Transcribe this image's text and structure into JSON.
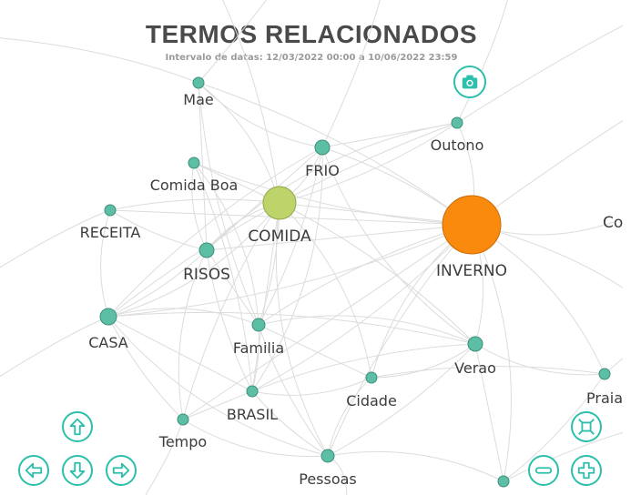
{
  "header": {
    "title": "TERMOS RELACIONADOS",
    "subtitle": "Intervalo de datas: 12/03/2022 00:00 a 10/06/2022 23:59"
  },
  "colors": {
    "node": "#5cbfa5",
    "node_border": "#3a8f79",
    "comida": "#bcd46a",
    "inverno": "#f98a0e",
    "edge": "#dcdcdc",
    "button": "#2bbfac"
  },
  "icons": {
    "camera": "camera-icon",
    "up": "arrow-up-icon",
    "down": "arrow-down-icon",
    "left": "arrow-left-icon",
    "right": "arrow-right-icon",
    "fit": "fit-screen-icon",
    "zoom_in": "plus-icon",
    "zoom_out": "minus-icon"
  },
  "nodes": [
    {
      "id": "mae",
      "label": "Mae"
    },
    {
      "id": "outono",
      "label": "Outono"
    },
    {
      "id": "frio",
      "label": "FRIO"
    },
    {
      "id": "comidaboa",
      "label": "Comida Boa"
    },
    {
      "id": "comida",
      "label": "COMIDA"
    },
    {
      "id": "receita",
      "label": "RECEITA"
    },
    {
      "id": "inverno",
      "label": "INVERNO"
    },
    {
      "id": "co",
      "label": "Co"
    },
    {
      "id": "risos",
      "label": "RISOS"
    },
    {
      "id": "casa",
      "label": "CASA"
    },
    {
      "id": "familia",
      "label": "Familia"
    },
    {
      "id": "verao",
      "label": "Verao"
    },
    {
      "id": "cidade",
      "label": "Cidade"
    },
    {
      "id": "praia",
      "label": "Praia"
    },
    {
      "id": "brasil",
      "label": "BRASIL"
    },
    {
      "id": "tempo",
      "label": "Tempo"
    },
    {
      "id": "pessoas",
      "label": "Pessoas"
    },
    {
      "id": "bottom",
      "label": ""
    }
  ],
  "edges": [
    [
      "mae",
      "comida"
    ],
    [
      "mae",
      "inverno"
    ],
    [
      "mae",
      "risos"
    ],
    [
      "mae",
      "familia"
    ],
    [
      "mae",
      "frio"
    ],
    [
      "outono",
      "inverno"
    ],
    [
      "outono",
      "comida"
    ],
    [
      "outono",
      "frio"
    ],
    [
      "outono",
      "casa"
    ],
    [
      "outono",
      "risos"
    ],
    [
      "frio",
      "comida"
    ],
    [
      "frio",
      "inverno"
    ],
    [
      "frio",
      "risos"
    ],
    [
      "frio",
      "casa"
    ],
    [
      "frio",
      "verao"
    ],
    [
      "frio",
      "brasil"
    ],
    [
      "frio",
      "familia"
    ],
    [
      "comidaboa",
      "comida"
    ],
    [
      "comidaboa",
      "inverno"
    ],
    [
      "comidaboa",
      "risos"
    ],
    [
      "comidaboa",
      "familia"
    ],
    [
      "comidaboa",
      "brasil"
    ],
    [
      "comida",
      "inverno"
    ],
    [
      "comida",
      "receita"
    ],
    [
      "comida",
      "risos"
    ],
    [
      "comida",
      "casa"
    ],
    [
      "comida",
      "familia"
    ],
    [
      "comida",
      "brasil"
    ],
    [
      "comida",
      "tempo"
    ],
    [
      "comida",
      "pessoas"
    ],
    [
      "comida",
      "cidade"
    ],
    [
      "comida",
      "verao"
    ],
    [
      "receita",
      "inverno"
    ],
    [
      "receita",
      "risos"
    ],
    [
      "receita",
      "casa"
    ],
    [
      "inverno",
      "verao"
    ],
    [
      "inverno",
      "casa"
    ],
    [
      "inverno",
      "risos"
    ],
    [
      "inverno",
      "familia"
    ],
    [
      "inverno",
      "cidade"
    ],
    [
      "inverno",
      "praia"
    ],
    [
      "inverno",
      "brasil"
    ],
    [
      "inverno",
      "tempo"
    ],
    [
      "inverno",
      "pessoas"
    ],
    [
      "inverno",
      "co"
    ],
    [
      "inverno",
      "bottom"
    ],
    [
      "risos",
      "casa"
    ],
    [
      "risos",
      "familia"
    ],
    [
      "risos",
      "brasil"
    ],
    [
      "risos",
      "tempo"
    ],
    [
      "casa",
      "familia"
    ],
    [
      "casa",
      "verao"
    ],
    [
      "casa",
      "brasil"
    ],
    [
      "casa",
      "tempo"
    ],
    [
      "casa",
      "pessoas"
    ],
    [
      "familia",
      "verao"
    ],
    [
      "familia",
      "brasil"
    ],
    [
      "familia",
      "cidade"
    ],
    [
      "familia",
      "pessoas"
    ],
    [
      "verao",
      "praia"
    ],
    [
      "verao",
      "cidade"
    ],
    [
      "verao",
      "pessoas"
    ],
    [
      "verao",
      "bottom"
    ],
    [
      "verao",
      "brasil"
    ],
    [
      "cidade",
      "pessoas"
    ],
    [
      "cidade",
      "brasil"
    ],
    [
      "cidade",
      "praia"
    ],
    [
      "brasil",
      "tempo"
    ],
    [
      "brasil",
      "pessoas"
    ],
    [
      "tempo",
      "pessoas"
    ],
    [
      "pessoas",
      "bottom"
    ],
    [
      "praia",
      "bottom"
    ]
  ]
}
